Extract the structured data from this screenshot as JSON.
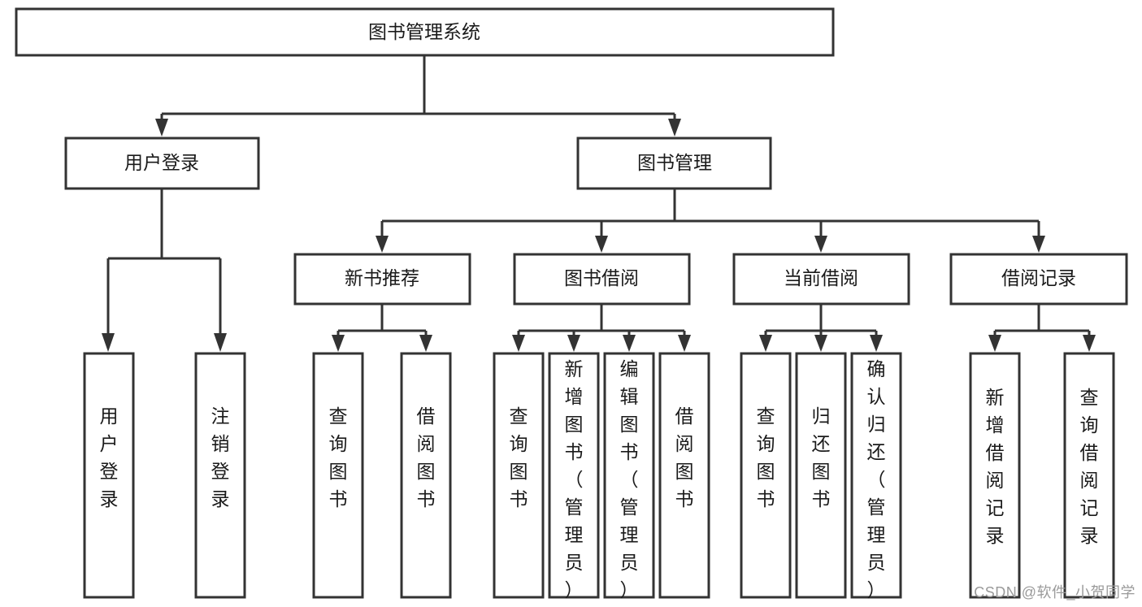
{
  "diagram": {
    "type": "tree-hierarchy",
    "title": "图书管理系统",
    "watermark": "CSDN @软件_小贺同学",
    "colors": {
      "box_stroke": "#333333",
      "box_fill": "#ffffff",
      "text": "#1a1a1a",
      "background": "#ffffff",
      "watermark": "#9a9a9a"
    },
    "root": {
      "label": "图书管理系统",
      "children": [
        {
          "label": "用户登录",
          "children": [
            {
              "label": "用户登录"
            },
            {
              "label": "注销登录"
            }
          ]
        },
        {
          "label": "图书管理",
          "children": [
            {
              "label": "新书推荐",
              "children": [
                {
                  "label": "查询图书"
                },
                {
                  "label": "借阅图书"
                }
              ]
            },
            {
              "label": "图书借阅",
              "children": [
                {
                  "label": "查询图书"
                },
                {
                  "label": "新增图书（管理员）"
                },
                {
                  "label": "编辑图书（管理员）"
                },
                {
                  "label": "借阅图书"
                }
              ]
            },
            {
              "label": "当前借阅",
              "children": [
                {
                  "label": "查询图书"
                },
                {
                  "label": "归还图书"
                },
                {
                  "label": "确认归还（管理员）"
                }
              ]
            },
            {
              "label": "借阅记录",
              "children": [
                {
                  "label": "新增借阅记录"
                },
                {
                  "label": "查询借阅记录"
                }
              ]
            }
          ]
        }
      ]
    },
    "nodes": {
      "root": "图书管理系统",
      "user_login": "用户登录",
      "book_manage": "图书管理",
      "new_book_rec": "新书推荐",
      "book_borrow": "图书借阅",
      "current_borrow": "当前借阅",
      "borrow_record": "借阅记录",
      "leaf_user_login": "用户登录",
      "leaf_logout": "注销登录",
      "leaf_rec_query": "查询图书",
      "leaf_rec_borrow": "借阅图书",
      "leaf_bb_query": "查询图书",
      "leaf_bb_add": "新增图书（管理员）",
      "leaf_bb_edit": "编辑图书（管理员）",
      "leaf_bb_borrow": "借阅图书",
      "leaf_cb_query": "查询图书",
      "leaf_cb_return": "归还图书",
      "leaf_cb_confirm": "确认归还（管理员）",
      "leaf_br_add": "新增借阅记录",
      "leaf_br_query": "查询借阅记录"
    }
  }
}
